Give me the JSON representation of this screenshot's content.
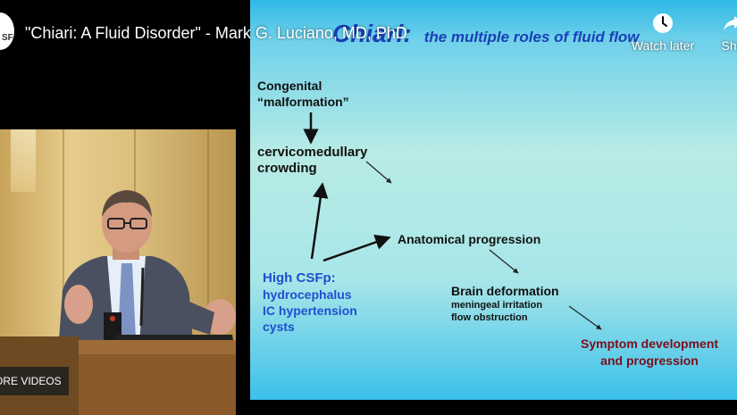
{
  "video": {
    "title": "\"Chiari: A Fluid Disorder\" - Mark G. Luciano, MD, PhD",
    "channel_initials": "SF",
    "watch_later_label": "Watch later",
    "share_label": "Sha",
    "more_videos_label": "ORE VIDEOS"
  },
  "slide": {
    "title_main": "Chiari:",
    "title_sub": "the multiple roles of fluid flow",
    "congenital_line1": "Congenital",
    "congenital_line2": "“malformation”",
    "crowding_line1": "cervicomedullary",
    "crowding_line2": "crowding",
    "anatomical": "Anatomical  progression",
    "csf_heading": "High CSFp:",
    "csf_items": [
      "hydrocephalus",
      "IC hypertension",
      "cysts"
    ],
    "brain_deformation": "Brain deformation",
    "brain_items": [
      "meningeal irritation",
      "flow obstruction"
    ],
    "symptom_line1": "Symptom development",
    "symptom_line2": "and progression"
  },
  "colors": {
    "slide_title": "#1b3fb8",
    "csf_text": "#1f4fd0",
    "symptom_text": "#7a0f1a",
    "background": "#000000"
  },
  "icons": {
    "watch_later": "clock-icon",
    "share": "share-arrow-icon"
  }
}
